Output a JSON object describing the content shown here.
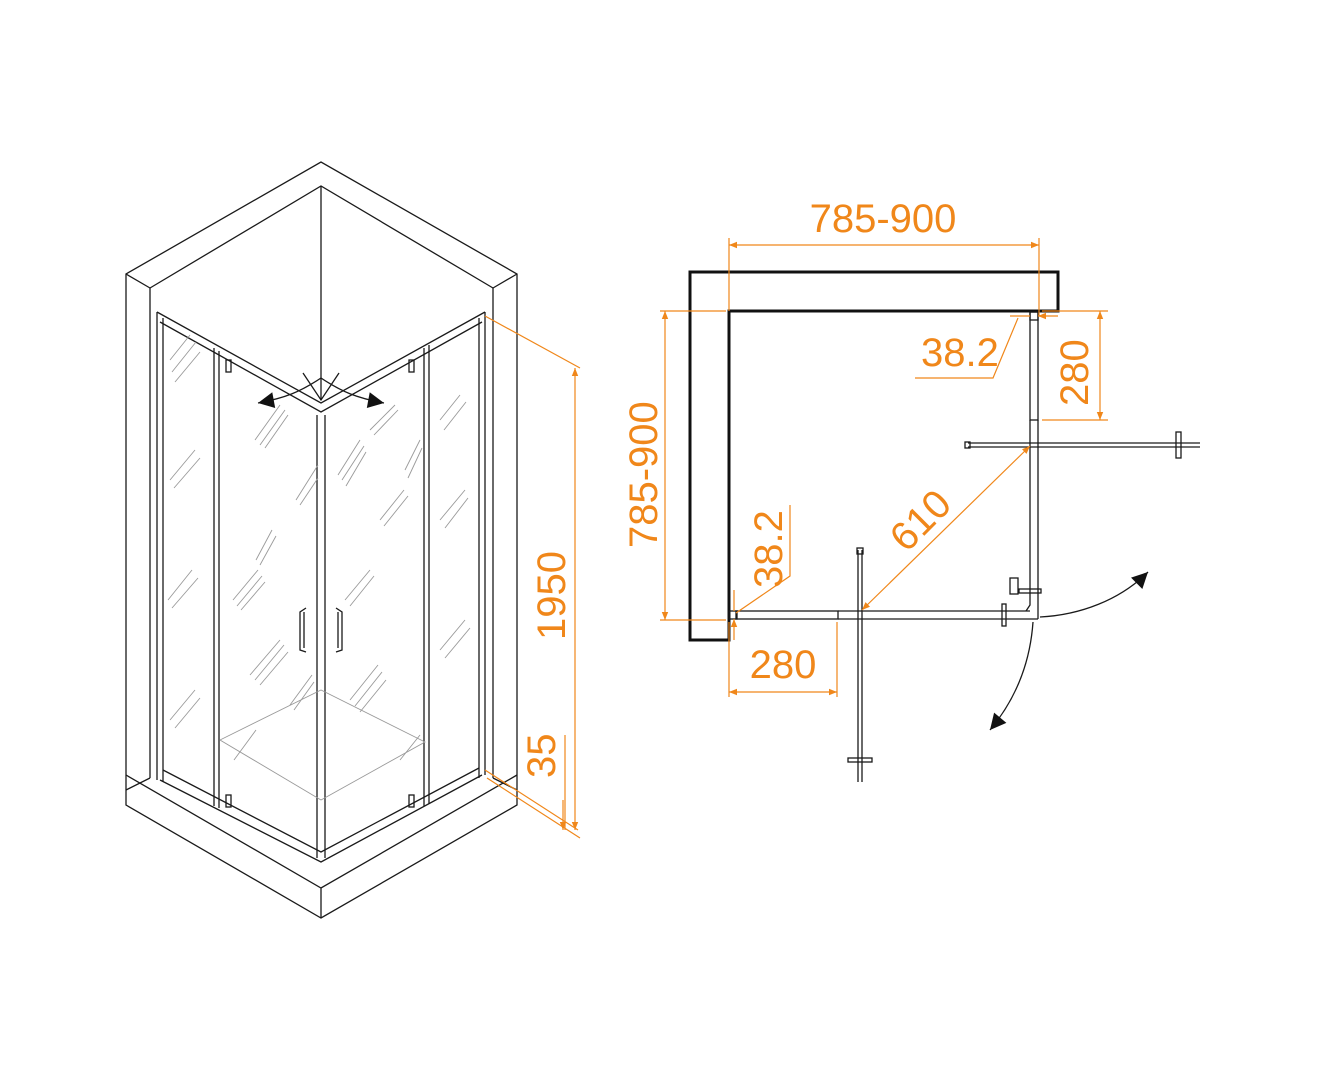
{
  "colors": {
    "dimension": "#f0871a",
    "line": "#1a1a1a"
  },
  "iso_view": {
    "height_label": "1950",
    "tray_label": "35"
  },
  "plan_view": {
    "width_label": "785-900",
    "depth_label": "785-900",
    "profile_top_label": "38.2",
    "profile_left_label": "38.2",
    "fixed_right_label": "280",
    "fixed_bottom_label": "280",
    "entry_label": "610"
  }
}
